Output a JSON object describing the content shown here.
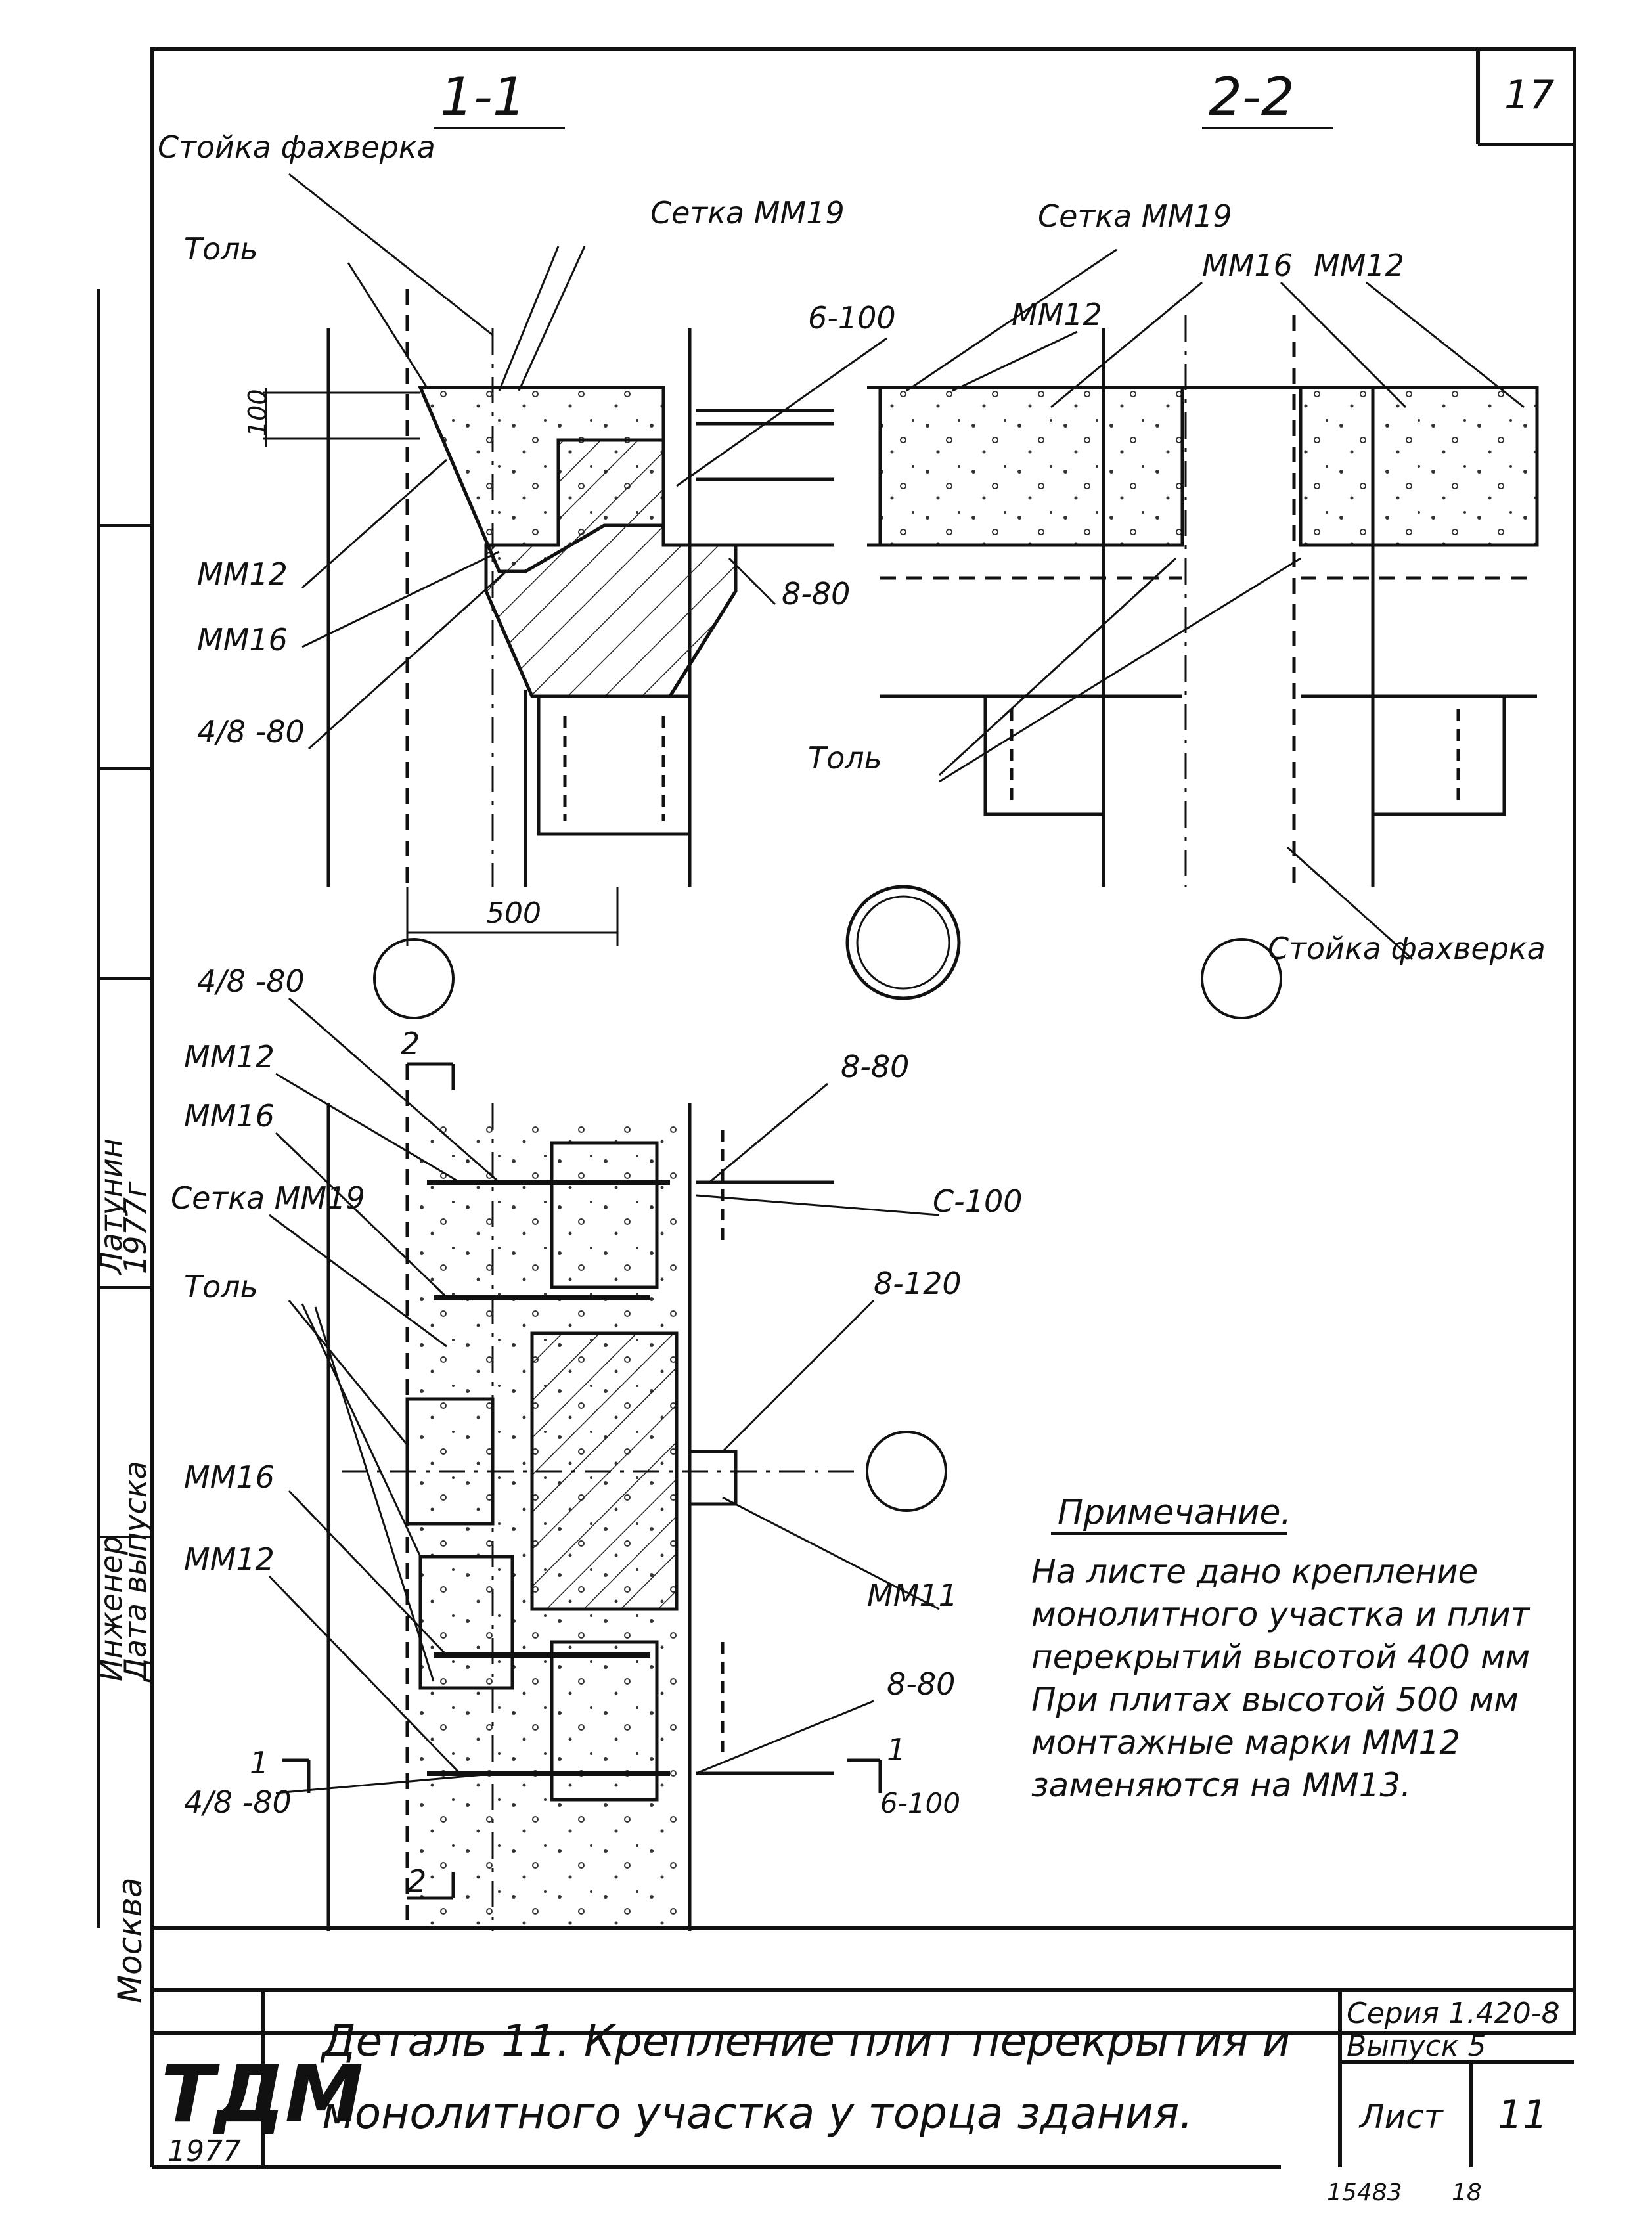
{
  "sheet_number_corner": "17",
  "sections": {
    "s1": "1-1",
    "s2": "2-2"
  },
  "labels": {
    "stoika_fakhverka_1": "Стойка фахверка",
    "setka_mm19_1": "Сетка MM19",
    "tol_1": "Толь",
    "dim_100": "100",
    "b_6_100_top": "6-100",
    "mm12_1": "MM12",
    "mm16_1": "MM16",
    "frac_480_1": "4/8 -80",
    "b_8_80_1": "8-80",
    "dim_500": "500",
    "setka_mm19_2": "Сетка MM19",
    "mm12_2": "MM12",
    "mm16_2": "MM16",
    "mm12_3": "MM12",
    "tol_2": "Толь",
    "stoika_fakhverka_2": "Стойка фахверка",
    "detail_no": "11",
    "frac_480_2": "4/8 -80",
    "mm12_plan1": "MM12",
    "mm16_plan1": "MM16",
    "setka_plan": "Сетка MM19",
    "tol_plan": "Толь",
    "mm16_plan2": "MM16",
    "mm12_plan2": "MM12",
    "frac_480_3": "4/8 -80",
    "b_8_80_plan1": "8-80",
    "c_100": "C-100",
    "b_8_120": "8-120",
    "mm11": "MM11",
    "b_8_80_plan2": "8-80",
    "b_6_100_plan": "6-100",
    "cut_2_top": "2",
    "cut_2_bottom": "2",
    "cut_1_right": "1",
    "cut_1_left": "1"
  },
  "note": {
    "title": "Примечание.",
    "lines": [
      "На листе дано крепление",
      "монолитного участка и плит",
      "перекрытий высотой 400 мм",
      "При плитах высотой 500 мм",
      "монтажные марки MM12",
      "заменяются на MM13."
    ]
  },
  "left_stamp": {
    "org": "Москва",
    "engineer_role": "Инженер",
    "engineer_name": "Латунин",
    "date_label": "Дата выпуска",
    "year": "1977г"
  },
  "title_block": {
    "logo": "ТДМ",
    "logo_year": "1977",
    "title_line1": "Деталь 11. Крепление плит перекрытия и",
    "title_line2": "монолитного участка у торца здания.",
    "series": "Серия 1.420-8",
    "issue": "Выпуск 5",
    "sheet_label": "Лист",
    "sheet_no": "11",
    "footer_code": "15483",
    "footer_no": "18"
  }
}
